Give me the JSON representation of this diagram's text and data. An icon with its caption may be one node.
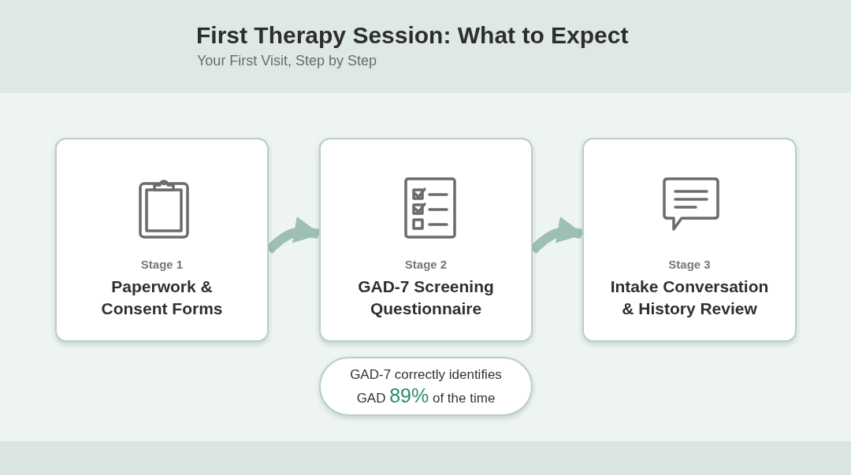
{
  "diagram": {
    "title": "First Therapy Session: What to Expect",
    "nodes": [
      {
        "text": [
          "Stage 1",
          "Paperwork & Consent Forms"
        ]
      },
      {
        "text": [
          "Stage 2",
          "GAD-7 Screening Questionnaire"
        ]
      },
      {
        "text": [
          "Stage 3",
          "Intake Conversation & History Review"
        ]
      },
      {
        "text": [
          "GAD-7 correctly identifies GAD **89%** of the time"
        ]
      }
    ],
    "edges": [
      {
        "from": 0,
        "to": 1,
        "arrow": "to"
      },
      {
        "from": 1,
        "to": 2,
        "arrow": "to"
      }
    ],
    "labels": [
      "Your First Visit, Step by Step"
    ]
  }
}
